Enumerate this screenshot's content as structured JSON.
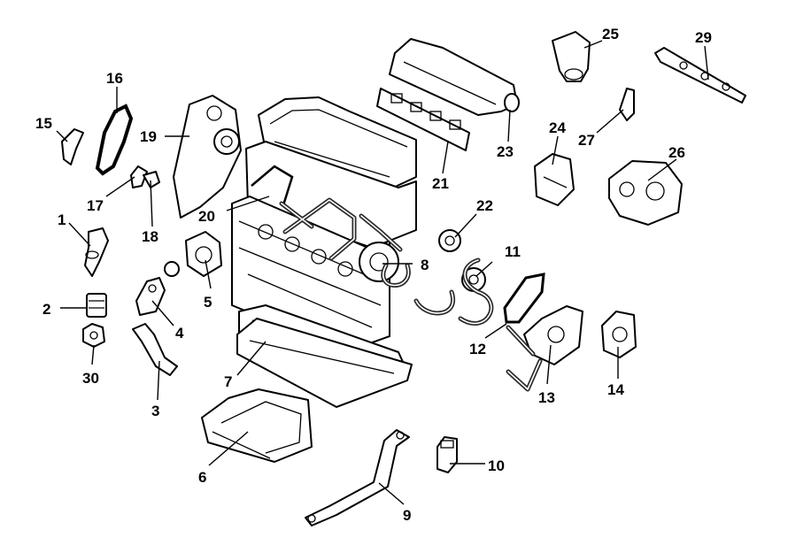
{
  "diagram": {
    "callouts": [
      "1",
      "2",
      "3",
      "4",
      "5",
      "6",
      "7",
      "8",
      "9",
      "10",
      "11",
      "12",
      "13",
      "14",
      "15",
      "16",
      "17",
      "18",
      "19",
      "20",
      "21",
      "22",
      "23",
      "24",
      "25",
      "26",
      "27",
      "29",
      "30"
    ]
  }
}
